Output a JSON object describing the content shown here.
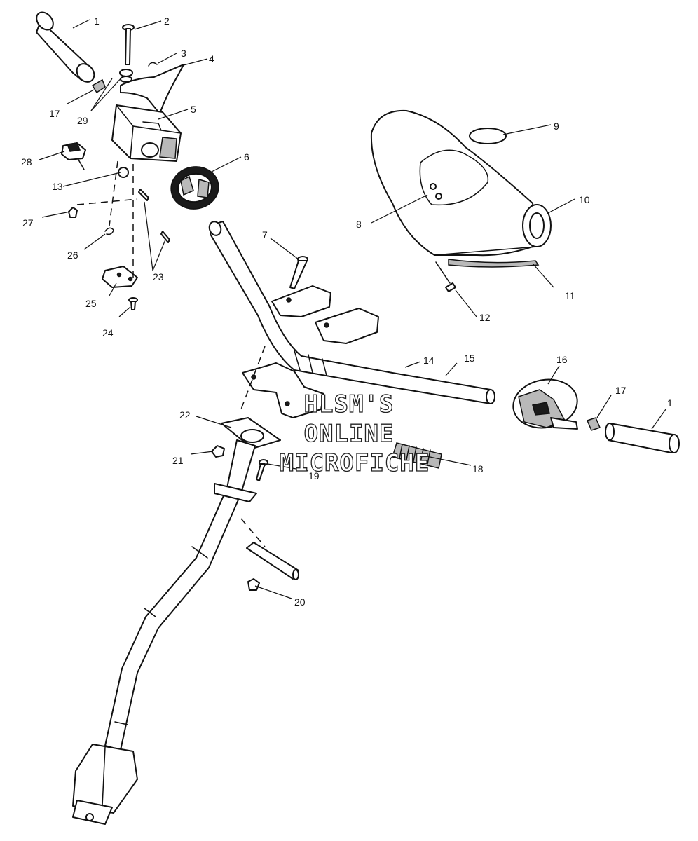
{
  "watermark": {
    "line1": "HLSM'S",
    "line2": "ONLINE",
    "line3": "MICROFICHE"
  },
  "callouts": [
    {
      "id": "c1a",
      "label": "1"
    },
    {
      "id": "c2",
      "label": "2"
    },
    {
      "id": "c3",
      "label": "3"
    },
    {
      "id": "c4",
      "label": "4"
    },
    {
      "id": "c5",
      "label": "5"
    },
    {
      "id": "c6",
      "label": "6"
    },
    {
      "id": "c7",
      "label": "7"
    },
    {
      "id": "c8",
      "label": "8"
    },
    {
      "id": "c9",
      "label": "9"
    },
    {
      "id": "c10",
      "label": "10"
    },
    {
      "id": "c11",
      "label": "11"
    },
    {
      "id": "c12",
      "label": "12"
    },
    {
      "id": "c13",
      "label": "13"
    },
    {
      "id": "c14",
      "label": "14"
    },
    {
      "id": "c15",
      "label": "15"
    },
    {
      "id": "c16",
      "label": "16"
    },
    {
      "id": "c17a",
      "label": "17"
    },
    {
      "id": "c17b",
      "label": "17"
    },
    {
      "id": "c1b",
      "label": "1"
    },
    {
      "id": "c18",
      "label": "18"
    },
    {
      "id": "c19",
      "label": "19"
    },
    {
      "id": "c20",
      "label": "20"
    },
    {
      "id": "c21",
      "label": "21"
    },
    {
      "id": "c22",
      "label": "22"
    },
    {
      "id": "c23",
      "label": "23"
    },
    {
      "id": "c24",
      "label": "24"
    },
    {
      "id": "c25",
      "label": "25"
    },
    {
      "id": "c26",
      "label": "26"
    },
    {
      "id": "c27",
      "label": "27"
    },
    {
      "id": "c28",
      "label": "28"
    },
    {
      "id": "c29",
      "label": "29"
    }
  ]
}
